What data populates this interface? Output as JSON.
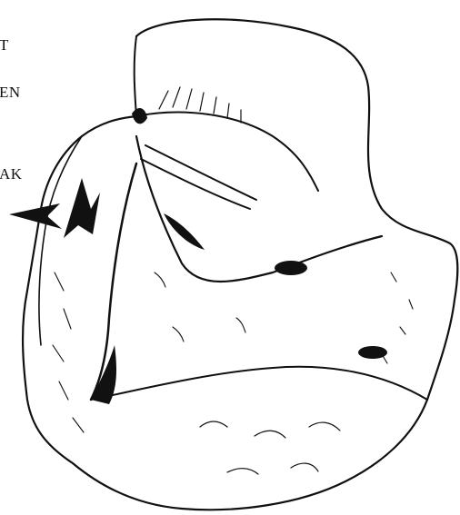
{
  "labels": [
    {
      "text": "T"
    },
    {
      "text": "EN"
    },
    {
      "text": "AK"
    }
  ],
  "colors": {
    "ink": "#111111",
    "paper": "#ffffff"
  },
  "icons": [
    "arrowhead-pointer-icon",
    "zigzag-arrow-icon"
  ]
}
